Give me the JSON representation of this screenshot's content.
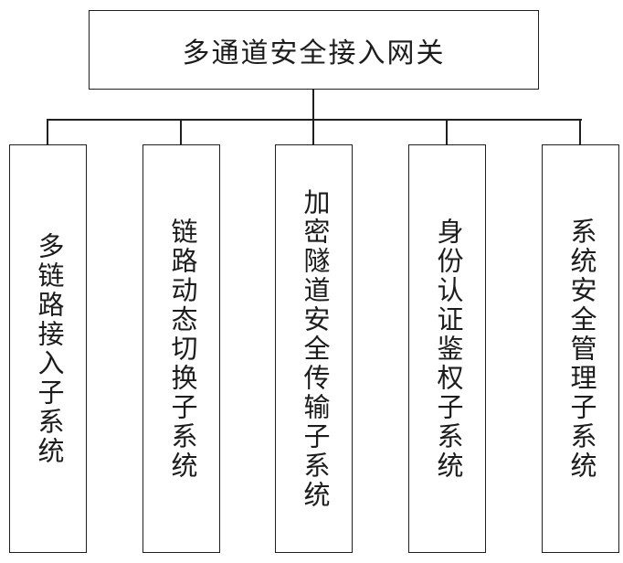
{
  "diagram": {
    "root": {
      "label": "多通道安全接入网关"
    },
    "children": [
      {
        "label": "多链路接入子系统"
      },
      {
        "label": "链路动态切换子系统"
      },
      {
        "label": "加密隧道安全传输子系统"
      },
      {
        "label": "身份认证鉴权子系统"
      },
      {
        "label": "系统安全管理子系统"
      }
    ],
    "colors": {
      "line": "#1f1f1f",
      "border": "#1f1f1f",
      "text": "#1c1c1c",
      "background": "#ffffff"
    }
  }
}
